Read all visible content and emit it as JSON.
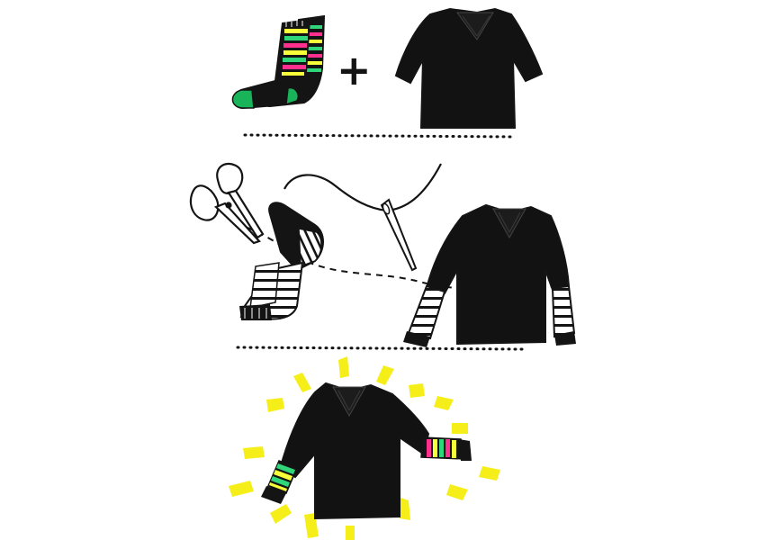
{
  "illustration": {
    "steps": [
      {
        "id": "step-1-materials",
        "items": [
          "striped-socks",
          "plus-sign",
          "short-sleeve-shirt"
        ]
      },
      {
        "id": "step-2-cut-and-sew",
        "items": [
          "scissors",
          "cut-sock",
          "needle-and-thread",
          "shirt-with-sock-sleeves"
        ]
      },
      {
        "id": "step-3-result",
        "items": [
          "finished-long-sleeve-shirt",
          "sun-rays"
        ]
      }
    ],
    "plus_symbol": "+"
  },
  "colors": {
    "ink": "#141414",
    "garment": "#121212",
    "sock_stripe_green": "#2fd67a",
    "sock_stripe_pink": "#ff2f8f",
    "sock_stripe_yellow": "#f7ff3a",
    "sock_heel_green": "#19b35a",
    "rays": "#f6ee19",
    "paper": "#ffffff"
  }
}
